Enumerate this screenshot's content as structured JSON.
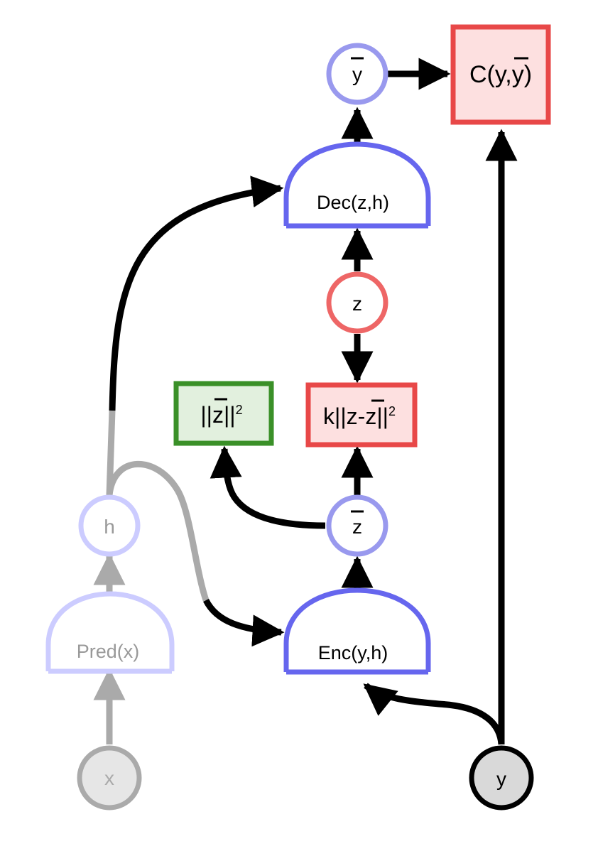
{
  "nodes": {
    "y_bar": "y",
    "cost": "C(y,y)",
    "dec": "Dec(z,h)",
    "z": "z",
    "reg_abs": "||z||",
    "reg_abs_exp": "2",
    "reg_k": "k||z-z||",
    "reg_k_exp": "2",
    "z_bar": "z",
    "h": "h",
    "pred": "Pred(x)",
    "enc": "Enc(y,h)",
    "x": "x",
    "y": "y"
  },
  "colors": {
    "black": "#000000",
    "gray_arrow": "#aaaaaa",
    "blue_stroke": "#6666ee",
    "blue_circle": "#9999ee",
    "faded_blue": "#ccccff",
    "red_stroke": "#e84848",
    "red_fill": "#fde0e0",
    "green_stroke": "#3a9028",
    "green_fill": "#e2f0de"
  }
}
